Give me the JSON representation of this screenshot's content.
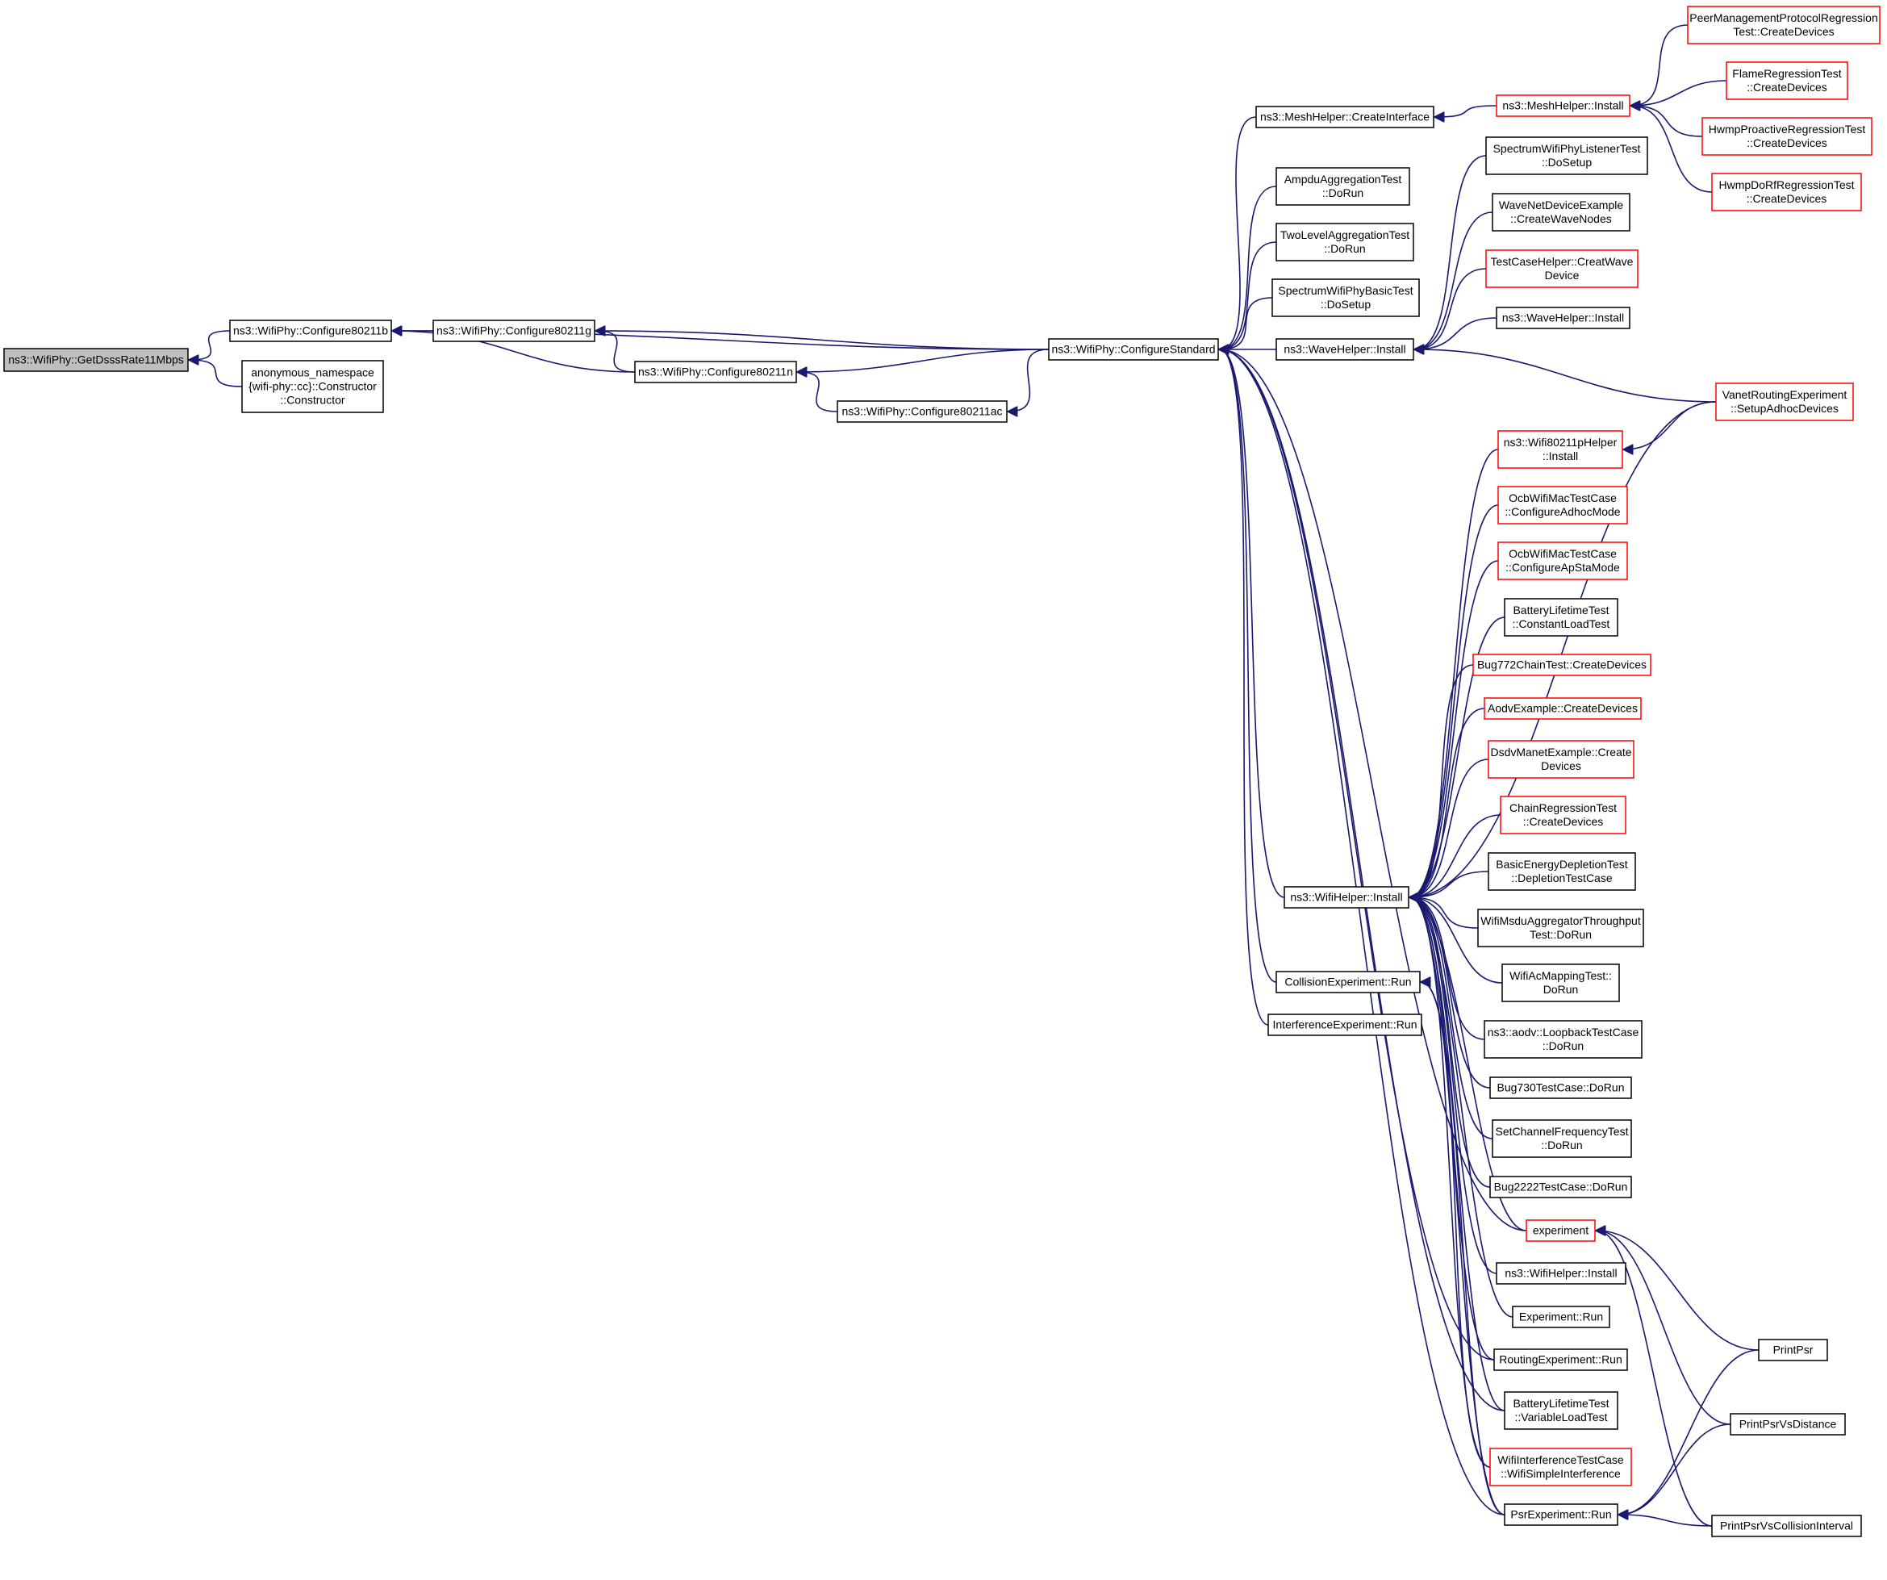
{
  "colors": {
    "edge": "#191970",
    "normal_border": "#000000",
    "truncated_border": "#ff0000",
    "root_fill": "#bfbfbf",
    "node_fill": "#ffffff"
  },
  "nodes": [
    {
      "id": "getdsss",
      "lines": [
        "ns3::WifiPhy::GetDsssRate11Mbps"
      ],
      "style": "root"
    },
    {
      "id": "c80211b",
      "lines": [
        "ns3::WifiPhy::Configure80211b"
      ],
      "style": "normal"
    },
    {
      "id": "anon",
      "lines": [
        "anonymous_namespace",
        "{wifi-phy::cc}::Constructor",
        "::Constructor"
      ],
      "style": "normal"
    },
    {
      "id": "c80211g",
      "lines": [
        "ns3::WifiPhy::Configure80211g"
      ],
      "style": "normal"
    },
    {
      "id": "c80211n",
      "lines": [
        "ns3::WifiPhy::Configure80211n"
      ],
      "style": "normal"
    },
    {
      "id": "c80211ac",
      "lines": [
        "ns3::WifiPhy::Configure80211ac"
      ],
      "style": "normal"
    },
    {
      "id": "cstd",
      "lines": [
        "ns3::WifiPhy::ConfigureStandard"
      ],
      "style": "normal"
    },
    {
      "id": "meshci",
      "lines": [
        "ns3::MeshHelper::CreateInterface"
      ],
      "style": "normal"
    },
    {
      "id": "ampdu",
      "lines": [
        "AmpduAggregationTest",
        "::DoRun"
      ],
      "style": "normal"
    },
    {
      "id": "twolevel",
      "lines": [
        "TwoLevelAggregationTest",
        "::DoRun"
      ],
      "style": "normal"
    },
    {
      "id": "spectrumbasic",
      "lines": [
        "SpectrumWifiPhyBasicTest",
        "::DoSetup"
      ],
      "style": "normal"
    },
    {
      "id": "wavehelper",
      "lines": [
        "ns3::WaveHelper::Install"
      ],
      "style": "normal"
    },
    {
      "id": "wifihelper",
      "lines": [
        "ns3::WifiHelper::Install"
      ],
      "style": "normal"
    },
    {
      "id": "collision",
      "lines": [
        "CollisionExperiment::Run"
      ],
      "style": "normal"
    },
    {
      "id": "interference",
      "lines": [
        "InterferenceExperiment::Run"
      ],
      "style": "normal"
    },
    {
      "id": "meshinstall",
      "lines": [
        "ns3::MeshHelper::Install"
      ],
      "style": "truncated"
    },
    {
      "id": "spectrumlistener",
      "lines": [
        "SpectrumWifiPhyListenerTest",
        "::DoSetup"
      ],
      "style": "normal"
    },
    {
      "id": "wavenet",
      "lines": [
        "WaveNetDeviceExample",
        "::CreateWaveNodes"
      ],
      "style": "normal"
    },
    {
      "id": "testcasehelper",
      "lines": [
        "TestCaseHelper::CreatWave",
        "Device"
      ],
      "style": "truncated"
    },
    {
      "id": "wavehelper2",
      "lines": [
        "ns3::WaveHelper::Install"
      ],
      "style": "normal"
    },
    {
      "id": "wifi80211p",
      "lines": [
        "ns3::Wifi80211pHelper",
        "::Install"
      ],
      "style": "truncated"
    },
    {
      "id": "ocbadhoc",
      "lines": [
        "OcbWifiMacTestCase",
        "::ConfigureAdhocMode"
      ],
      "style": "truncated"
    },
    {
      "id": "ocbapsta",
      "lines": [
        "OcbWifiMacTestCase",
        "::ConfigureApStaMode"
      ],
      "style": "truncated"
    },
    {
      "id": "batteryconst",
      "lines": [
        "BatteryLifetimeTest",
        "::ConstantLoadTest"
      ],
      "style": "normal"
    },
    {
      "id": "bug772",
      "lines": [
        "Bug772ChainTest::CreateDevices"
      ],
      "style": "truncated"
    },
    {
      "id": "aodvex",
      "lines": [
        "AodvExample::CreateDevices"
      ],
      "style": "truncated"
    },
    {
      "id": "dsdv",
      "lines": [
        "DsdvManetExample::Create",
        "Devices"
      ],
      "style": "truncated"
    },
    {
      "id": "chainreg",
      "lines": [
        "ChainRegressionTest",
        "::CreateDevices"
      ],
      "style": "truncated"
    },
    {
      "id": "basicenergy",
      "lines": [
        "BasicEnergyDepletionTest",
        "::DepletionTestCase"
      ],
      "style": "normal"
    },
    {
      "id": "msdu",
      "lines": [
        "WifiMsduAggregatorThroughput",
        "Test::DoRun"
      ],
      "style": "normal"
    },
    {
      "id": "acmapping",
      "lines": [
        "WifiAcMappingTest::",
        "DoRun"
      ],
      "style": "normal"
    },
    {
      "id": "loopback",
      "lines": [
        "ns3::aodv::LoopbackTestCase",
        "::DoRun"
      ],
      "style": "normal"
    },
    {
      "id": "bug730",
      "lines": [
        "Bug730TestCase::DoRun"
      ],
      "style": "normal"
    },
    {
      "id": "setchannel",
      "lines": [
        "SetChannelFrequencyTest",
        "::DoRun"
      ],
      "style": "normal"
    },
    {
      "id": "bug2222",
      "lines": [
        "Bug2222TestCase::DoRun"
      ],
      "style": "normal"
    },
    {
      "id": "experiment",
      "lines": [
        "experiment"
      ],
      "style": "truncated"
    },
    {
      "id": "wifihelper2",
      "lines": [
        "ns3::WifiHelper::Install"
      ],
      "style": "normal"
    },
    {
      "id": "exprun",
      "lines": [
        "Experiment::Run"
      ],
      "style": "normal"
    },
    {
      "id": "routingexp",
      "lines": [
        "RoutingExperiment::Run"
      ],
      "style": "normal"
    },
    {
      "id": "batteryvar",
      "lines": [
        "BatteryLifetimeTest",
        "::VariableLoadTest"
      ],
      "style": "normal"
    },
    {
      "id": "wifiinterf",
      "lines": [
        "WifiInterferenceTestCase",
        "::WifiSimpleInterference"
      ],
      "style": "truncated"
    },
    {
      "id": "psrexp",
      "lines": [
        "PsrExperiment::Run"
      ],
      "style": "normal"
    },
    {
      "id": "peermgmt",
      "lines": [
        "PeerManagementProtocolRegression",
        "Test::CreateDevices"
      ],
      "style": "truncated"
    },
    {
      "id": "flame",
      "lines": [
        "FlameRegressionTest",
        "::CreateDevices"
      ],
      "style": "truncated"
    },
    {
      "id": "hwmpproactive",
      "lines": [
        "HwmpProactiveRegressionTest",
        "::CreateDevices"
      ],
      "style": "truncated"
    },
    {
      "id": "hwmpdorf",
      "lines": [
        "HwmpDoRfRegressionTest",
        "::CreateDevices"
      ],
      "style": "truncated"
    },
    {
      "id": "vanet",
      "lines": [
        "VanetRoutingExperiment",
        "::SetupAdhocDevices"
      ],
      "style": "truncated"
    },
    {
      "id": "printpsr",
      "lines": [
        "PrintPsr"
      ],
      "style": "normal"
    },
    {
      "id": "printpsrdist",
      "lines": [
        "PrintPsrVsDistance"
      ],
      "style": "normal"
    },
    {
      "id": "printpsrcoll",
      "lines": [
        "PrintPsrVsCollisionInterval"
      ],
      "style": "normal"
    }
  ],
  "edges": [
    [
      "c80211b",
      "getdsss"
    ],
    [
      "anon",
      "getdsss"
    ],
    [
      "c80211g",
      "c80211b"
    ],
    [
      "c80211n",
      "c80211b"
    ],
    [
      "cstd",
      "c80211b"
    ],
    [
      "c80211n",
      "c80211g"
    ],
    [
      "cstd",
      "c80211g"
    ],
    [
      "c80211ac",
      "c80211n"
    ],
    [
      "cstd",
      "c80211n"
    ],
    [
      "cstd",
      "c80211ac"
    ],
    [
      "meshci",
      "cstd"
    ],
    [
      "ampdu",
      "cstd"
    ],
    [
      "twolevel",
      "cstd"
    ],
    [
      "spectrumbasic",
      "cstd"
    ],
    [
      "wavehelper",
      "cstd"
    ],
    [
      "wifihelper",
      "cstd"
    ],
    [
      "collision",
      "cstd"
    ],
    [
      "interference",
      "cstd"
    ],
    [
      "meshinstall",
      "meshci"
    ],
    [
      "peermgmt",
      "meshinstall"
    ],
    [
      "flame",
      "meshinstall"
    ],
    [
      "hwmpproactive",
      "meshinstall"
    ],
    [
      "hwmpdorf",
      "meshinstall"
    ],
    [
      "spectrumlistener",
      "wavehelper"
    ],
    [
      "wavenet",
      "wavehelper"
    ],
    [
      "testcasehelper",
      "wavehelper"
    ],
    [
      "wavehelper2",
      "wavehelper"
    ],
    [
      "vanet",
      "wavehelper"
    ],
    [
      "vanet",
      "wifihelper"
    ],
    [
      "wifi80211p",
      "wifihelper"
    ],
    [
      "ocbadhoc",
      "wifihelper"
    ],
    [
      "ocbapsta",
      "wifihelper"
    ],
    [
      "batteryconst",
      "wifihelper"
    ],
    [
      "bug772",
      "wifihelper"
    ],
    [
      "aodvex",
      "wifihelper"
    ],
    [
      "dsdv",
      "wifihelper"
    ],
    [
      "chainreg",
      "wifihelper"
    ],
    [
      "basicenergy",
      "wifihelper"
    ],
    [
      "msdu",
      "wifihelper"
    ],
    [
      "acmapping",
      "wifihelper"
    ],
    [
      "loopback",
      "wifihelper"
    ],
    [
      "bug730",
      "wifihelper"
    ],
    [
      "setchannel",
      "wifihelper"
    ],
    [
      "bug2222",
      "wifihelper"
    ],
    [
      "experiment",
      "wifihelper"
    ],
    [
      "wifihelper2",
      "wifihelper"
    ],
    [
      "exprun",
      "wifihelper"
    ],
    [
      "routingexp",
      "wifihelper"
    ],
    [
      "batteryvar",
      "wifihelper"
    ],
    [
      "wifiinterf",
      "wifihelper"
    ],
    [
      "psrexp",
      "wifihelper"
    ],
    [
      "printpsr",
      "psrexp"
    ],
    [
      "printpsrdist",
      "psrexp"
    ],
    [
      "printpsrcoll",
      "psrexp"
    ],
    [
      "printpsr",
      "experiment"
    ],
    [
      "printpsrdist",
      "experiment"
    ],
    [
      "printpsrcoll",
      "experiment"
    ],
    [
      "vanet",
      "wifi80211p"
    ],
    [
      "psrexp",
      "cstd"
    ],
    [
      "routingexp",
      "cstd"
    ],
    [
      "experiment",
      "cstd"
    ],
    [
      "batteryvar",
      "cstd"
    ],
    [
      "psrexp",
      "collision"
    ],
    [
      "wifiinterf",
      "collision"
    ]
  ]
}
